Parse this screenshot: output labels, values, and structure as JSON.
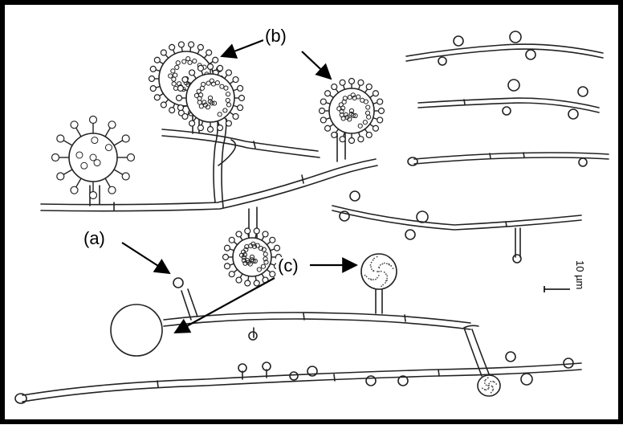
{
  "labels": {
    "a": "(a)",
    "b": "(b)",
    "c": "(c)"
  },
  "scale_bar": {
    "text": "10 µm"
  },
  "colors": {
    "ink": "#222222",
    "paper": "#ffffff",
    "frame": "#000000"
  }
}
